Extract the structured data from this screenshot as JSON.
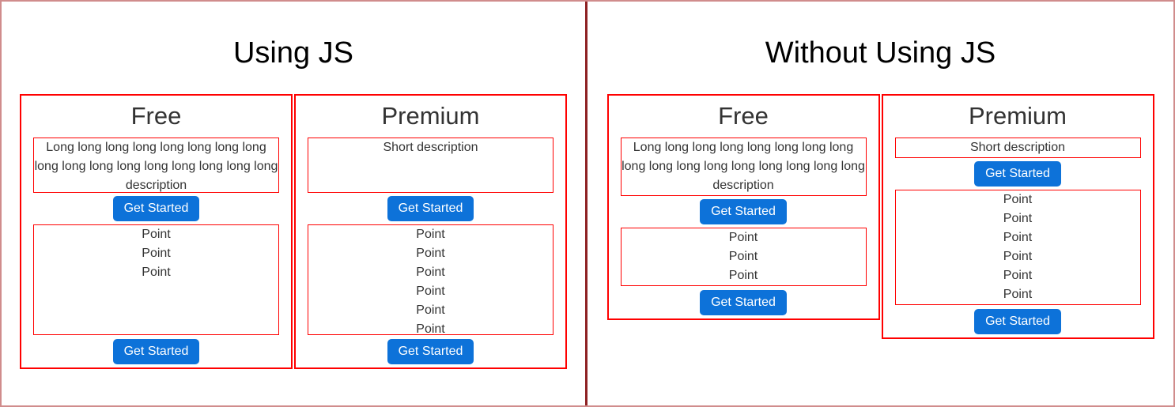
{
  "colors": {
    "page_border": "#d08c8c",
    "panel_divider": "#8e2123",
    "card_border": "#ff0000",
    "inner_box_border": "#ff0000",
    "button_background": "#0d72d9",
    "button_text": "#ffffff",
    "panel_title_text": "#000000",
    "card_text": "#333333"
  },
  "panels": [
    {
      "title": "Using JS",
      "cards": [
        {
          "title": "Free",
          "description": "Long long long long long long long long long long long long long long long long long description",
          "cta_top": "Get Started",
          "points": [
            "Point",
            "Point",
            "Point"
          ],
          "cta_bottom": "Get Started"
        },
        {
          "title": "Premium",
          "description": "Short description",
          "cta_top": "Get Started",
          "points": [
            "Point",
            "Point",
            "Point",
            "Point",
            "Point",
            "Point"
          ],
          "cta_bottom": "Get Started"
        }
      ]
    },
    {
      "title": "Without Using JS",
      "cards": [
        {
          "title": "Free",
          "description": "Long long long long long long long long long long long long long long long long long description",
          "cta_top": "Get Started",
          "points": [
            "Point",
            "Point",
            "Point"
          ],
          "cta_bottom": "Get Started"
        },
        {
          "title": "Premium",
          "description": "Short description",
          "cta_top": "Get Started",
          "points": [
            "Point",
            "Point",
            "Point",
            "Point",
            "Point",
            "Point"
          ],
          "cta_bottom": "Get Started"
        }
      ]
    }
  ]
}
